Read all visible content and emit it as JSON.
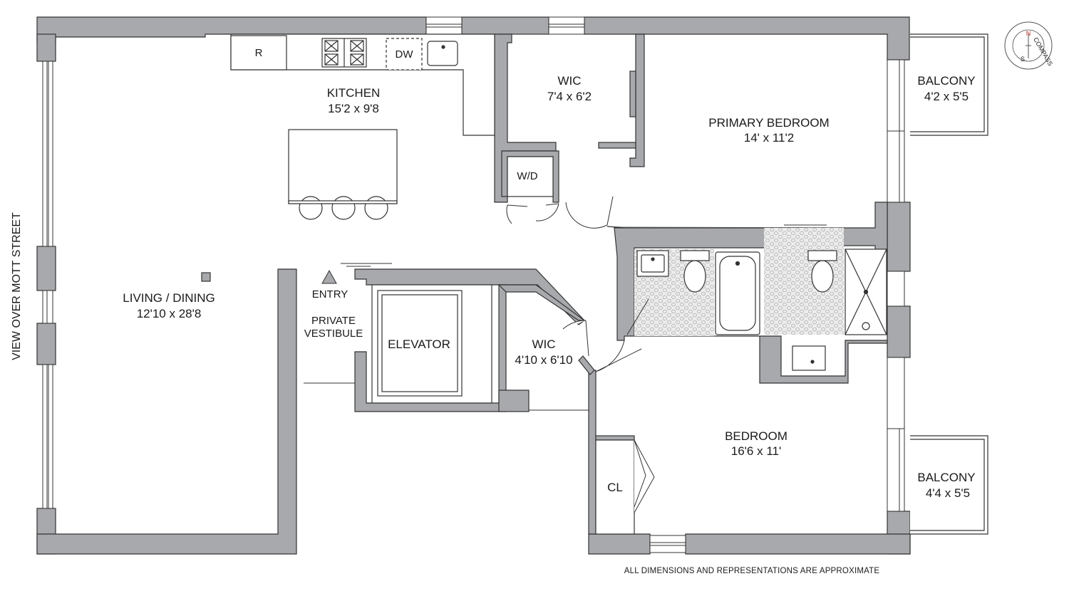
{
  "rooms": {
    "kitchen": {
      "name": "KITCHEN",
      "size": "15'2 x 9'8"
    },
    "living": {
      "name": "LIVING / DINING",
      "size": "12'10 x 28'8"
    },
    "wic_top": {
      "name": "WIC",
      "size": "7'4 x 6'2"
    },
    "primary_bedroom": {
      "name": "PRIMARY BEDROOM",
      "size": "14' x 11'2"
    },
    "balcony_top": {
      "name": "BALCONY",
      "size": "4'2 x 5'5"
    },
    "balcony_bottom": {
      "name": "BALCONY",
      "size": "4'4 x 5'5"
    },
    "wic_mid": {
      "name": "WIC",
      "size": "4'10 x 6'10"
    },
    "bedroom": {
      "name": "BEDROOM",
      "size": "16'6 x 11'"
    },
    "elevator": {
      "name": "ELEVATOR"
    },
    "entry": {
      "name": "ENTRY"
    },
    "vestibule": {
      "line1": "PRIVATE",
      "line2": "VESTIBULE"
    },
    "closet": {
      "name": "CL"
    }
  },
  "fixtures": {
    "refrigerator": "R",
    "dishwasher": "DW",
    "washer_dryer": "W/D"
  },
  "street_label": "VIEW OVER MOTT STREET",
  "disclaimer": "ALL DIMENSIONS AND REPRESENTATIONS ARE APPROXIMATE",
  "compass": {
    "north": "N",
    "south": "S",
    "ring_text": "COMPASS"
  },
  "colors": {
    "wall": "#a7a9ac",
    "wall_stroke": "#333333",
    "tile": "#dcdcdc",
    "background": "#ffffff"
  }
}
